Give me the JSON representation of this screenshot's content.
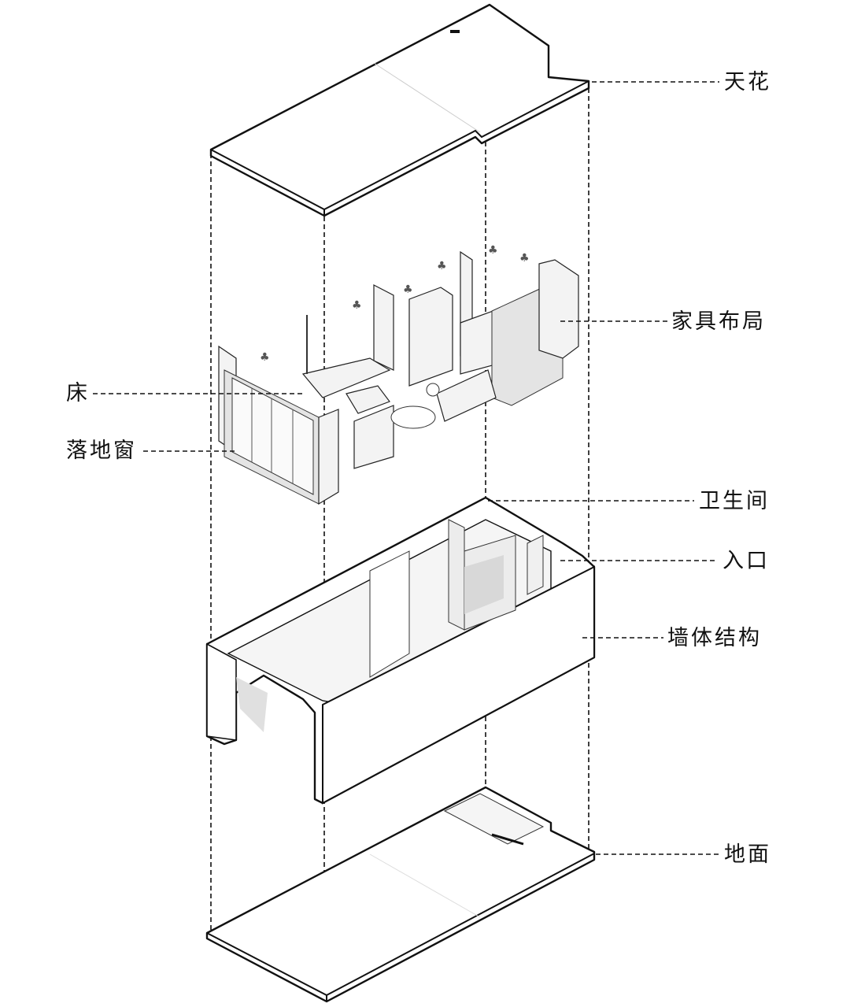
{
  "title": "Exploded axonometric of a hotel room",
  "labels": {
    "ceiling": "天花",
    "furniture_layout": "家具布局",
    "bed": "床",
    "floor_window": "落地窗",
    "bathroom": "卫生间",
    "entrance": "入口",
    "wall_structure": "墙体结构",
    "ground": "地面"
  }
}
